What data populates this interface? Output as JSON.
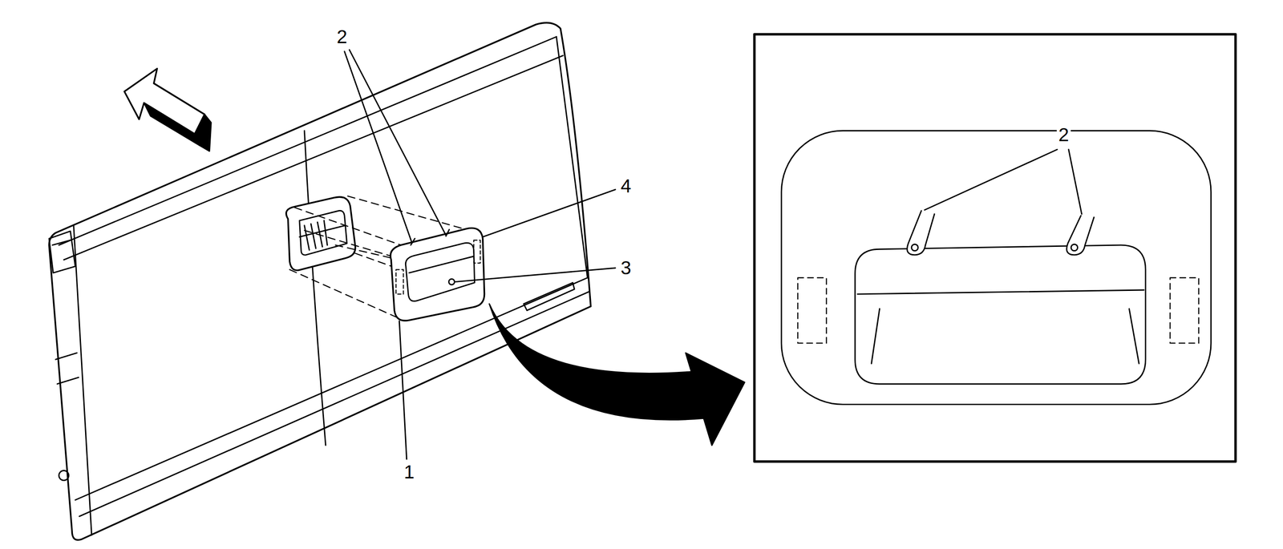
{
  "diagram": {
    "labels": [
      "2",
      "4",
      "3",
      "1",
      "2"
    ]
  }
}
